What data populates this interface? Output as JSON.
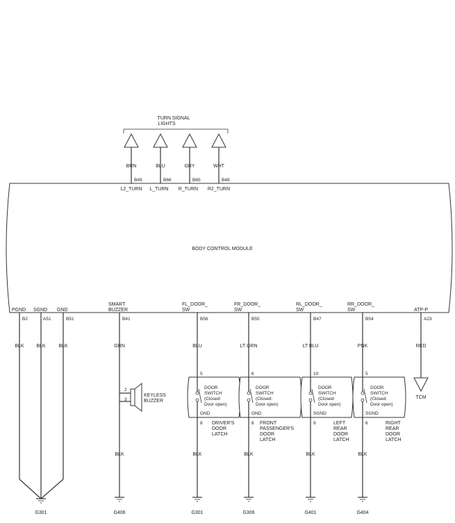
{
  "module": {
    "name": "BODY CONTROL MODULE",
    "top_group_label_1": "TURN SIGNAL",
    "top_group_label_2": "LIGHTS"
  },
  "top_outputs": [
    {
      "color": "BRN",
      "pin": "B49",
      "signal": "L2_TURN"
    },
    {
      "color": "BLU",
      "pin": "B66",
      "signal": "L_TURN"
    },
    {
      "color": "GRY",
      "pin": "B65",
      "signal": "R_TURN"
    },
    {
      "color": "WHT",
      "pin": "B48",
      "signal": "R2_TURN"
    }
  ],
  "bottom_pins": [
    {
      "signal": "PGND",
      "pin": "B2",
      "color": "BLK"
    },
    {
      "signal": "SGND",
      "pin": "A51",
      "color": "BLK"
    },
    {
      "signal": "GND",
      "pin": "B51",
      "color": "BLK"
    },
    {
      "signal_1": "SMART",
      "signal_2": "BUZZER",
      "pin": "B41",
      "color": "GRN"
    },
    {
      "signal_1": "FL_DOOR_",
      "signal_2": "SW",
      "pin": "B56",
      "color": "BLU"
    },
    {
      "signal_1": "FR_DOOR_",
      "signal_2": "SW",
      "pin": "B55",
      "color": "LT GRN"
    },
    {
      "signal_1": "RL_DOOR_",
      "signal_2": "SW",
      "pin": "B47",
      "color": "LT BLU"
    },
    {
      "signal_1": "RR_DOOR_",
      "signal_2": "SW",
      "pin": "B54",
      "color": "PNK"
    },
    {
      "signal": "ATP-P",
      "pin": "A23",
      "color": "RED"
    }
  ],
  "buzzer": {
    "pin_a": "2",
    "pin_b": "3",
    "label_1": "KEYLESS",
    "label_2": "BUZZER"
  },
  "door_switches": [
    {
      "top_pin": "5",
      "bottom_pin": "8",
      "gnd": "GND",
      "sw_1": "DOOR",
      "sw_2": "SWITCH",
      "sw_3": "(Closed:",
      "sw_4": "Door open)",
      "latch": [
        "DRIVER'S",
        "DOOR",
        "LATCH"
      ]
    },
    {
      "top_pin": "6",
      "bottom_pin": "8",
      "gnd": "GND",
      "sw_1": "DOOR",
      "sw_2": "SWITCH",
      "sw_3": "(Closed:",
      "sw_4": "Door open)",
      "latch": [
        "FRONT",
        "PASSENGER'S",
        "DOOR",
        "LATCH"
      ]
    },
    {
      "top_pin": "10",
      "bottom_pin": "9",
      "gnd": "SGND",
      "sw_1": "DOOR",
      "sw_2": "SWITCH",
      "sw_3": "(Closed:",
      "sw_4": "Door open)",
      "latch": [
        "LEFT",
        "REAR",
        "DOOR",
        "LATCH"
      ]
    },
    {
      "top_pin": "5",
      "bottom_pin": "6",
      "gnd": "SGND",
      "sw_1": "DOOR",
      "sw_2": "SWITCH",
      "sw_3": "(Closed:",
      "sw_4": "Door open)",
      "latch": [
        "RIGHT",
        "REAR",
        "DOOR",
        "LATCH"
      ]
    }
  ],
  "lower_wires": {
    "buzzer": "BLK",
    "fl": "BLK",
    "fr": "BLK",
    "rl": "BLK",
    "rr": "BLK"
  },
  "tcm_label": "TCM",
  "grounds": [
    "G301",
    "G406",
    "G301",
    "G306",
    "G401",
    "G404"
  ]
}
